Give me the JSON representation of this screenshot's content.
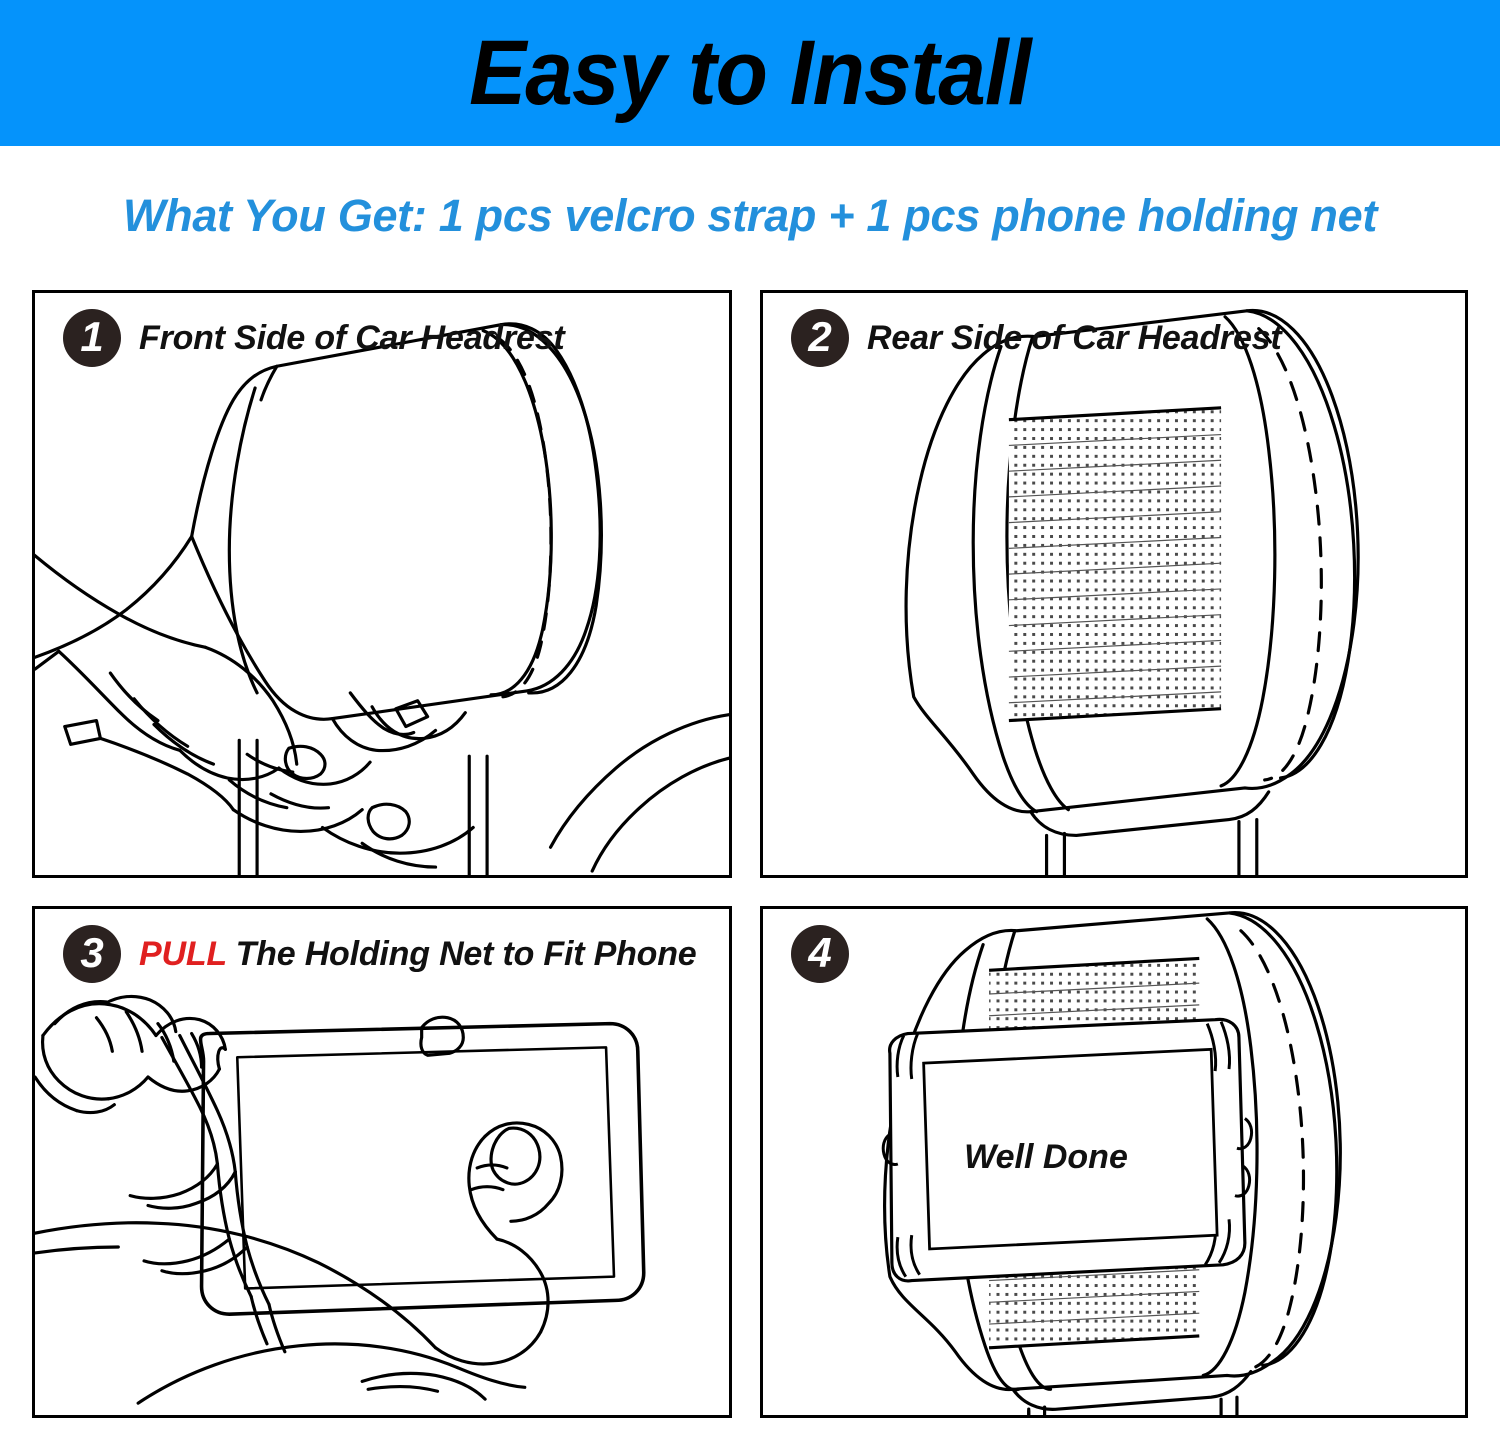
{
  "header": {
    "title": "Easy to Install",
    "banner_color": "#0593FB"
  },
  "subtitle": {
    "text": "What You Get: 1 pcs velcro strap + 1 pcs phone holding net",
    "color": "#2390DC"
  },
  "panels": [
    {
      "number": "1",
      "label": "Front Side of Car Headrest",
      "illustration": "hand-lifting-headrest-cover"
    },
    {
      "number": "2",
      "label": "Rear Side of Car Headrest",
      "illustration": "headrest-rear-with-velcro-mesh-strap"
    },
    {
      "number": "3",
      "label_prefix": "PULL",
      "label_rest": " The Holding Net to Fit Phone",
      "label_prefix_color": "#E02020",
      "illustration": "hands-pulling-net-over-phone"
    },
    {
      "number": "4",
      "label": "",
      "illustration": "headrest-with-mounted-phone",
      "screen_text": "Well Done"
    }
  ],
  "colors": {
    "badge": "#2B2220",
    "line_art": "#000000",
    "panel_border": "#000000",
    "page_background": "#FFFFFF"
  }
}
